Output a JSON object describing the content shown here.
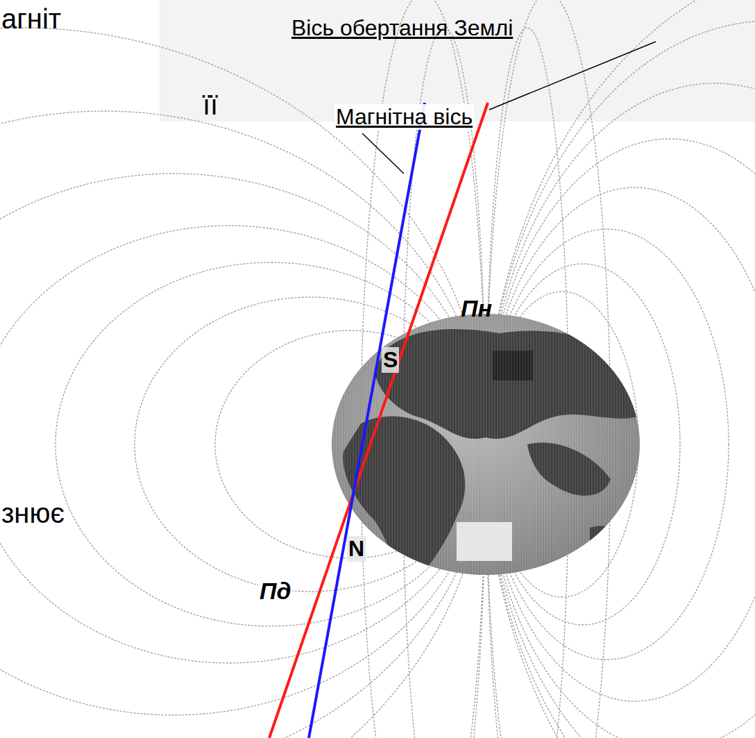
{
  "diagram": {
    "labels": [
      "агніт",
      "Вісь обертання Землі",
      "її",
      "Магнітна вісь",
      "Пн",
      "S",
      "знює",
      "N",
      "Пд"
    ]
  }
}
